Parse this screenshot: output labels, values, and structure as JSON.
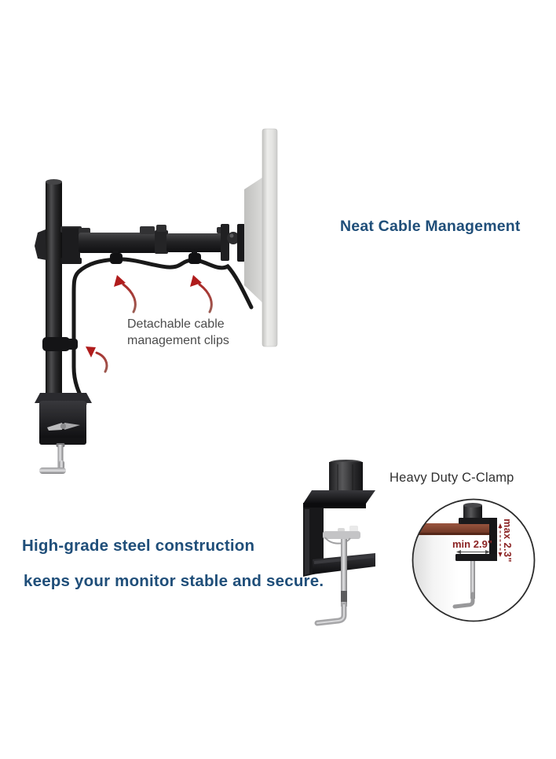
{
  "main_illustration": {
    "heading": "Neat Cable Management",
    "clip_label_line1": "Detachable cable",
    "clip_label_line2": "management clips"
  },
  "steel_caption": {
    "line1": "High-grade steel construction",
    "line2": "keeps your monitor stable and secure."
  },
  "clamp_section": {
    "title": "Heavy Duty C-Clamp",
    "inset": {
      "min_depth_label": "min 2.9\"",
      "max_thickness_label": "max 2.3\""
    }
  },
  "colors": {
    "heading_blue": "#1f4e79",
    "label_gray": "#4c4c4c",
    "title_dark": "#2f2f2f",
    "dimension_red": "#8b2323",
    "arrow_red": "#b01c1c",
    "desk_brown": "#7a4434",
    "metal_black": "#1a1a1a",
    "monitor_gray": "#e3e3e1"
  }
}
